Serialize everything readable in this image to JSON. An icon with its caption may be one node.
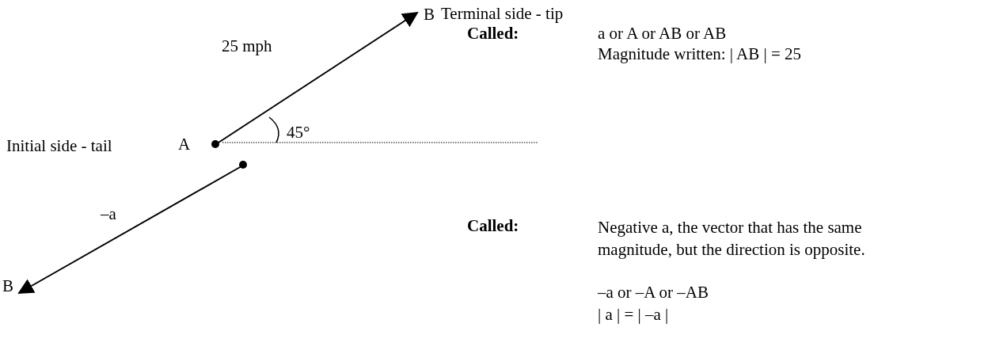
{
  "diagram": {
    "nodes": [
      {
        "text": [
          "A"
        ]
      },
      {
        "text": [
          "B"
        ]
      },
      {
        "text": [],
        "shape": "circle"
      },
      {
        "text": [
          "B"
        ]
      }
    ],
    "edges": [
      {
        "from": 0,
        "to": 1,
        "arrow": "to",
        "label": "25 mph"
      },
      {
        "from": 2,
        "to": 3,
        "arrow": "to",
        "label": "–a"
      }
    ],
    "labels": [
      "Terminal side - tip",
      "Called:",
      "a  or A or AB or AB",
      "Magnitude written: | AB | = 25",
      "45°",
      "Initial side - tail",
      "Called:",
      "Negative a, the vector that has the same magnitude, but the direction is opposite.",
      "–a or –A or –AB",
      "| a | = | –a |"
    ]
  }
}
